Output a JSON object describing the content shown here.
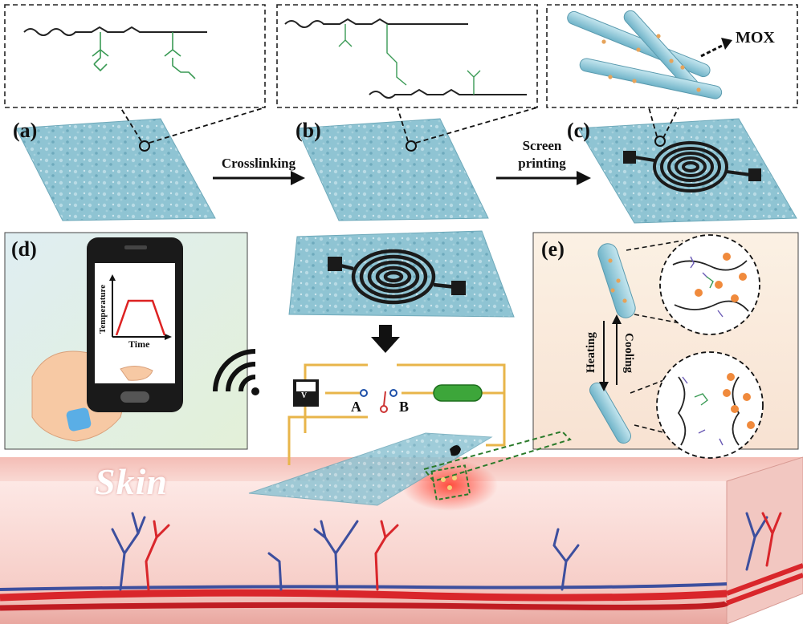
{
  "labels": {
    "a": "(a)",
    "b": "(b)",
    "c": "(c)",
    "d": "(d)",
    "e": "(e)"
  },
  "arrows": {
    "crosslinking": "Crosslinking",
    "screen_printing_line1": "Screen",
    "screen_printing_line2": "printing",
    "mox": "MOX"
  },
  "phone_graph": {
    "ylabel": "Temperature",
    "xlabel": "Time"
  },
  "circuit": {
    "point_a": "A",
    "point_b": "B",
    "meter": "V"
  },
  "panel_e": {
    "heating": "Heating",
    "cooling": "Cooling"
  },
  "skin": "Skin",
  "colors": {
    "hydrogel": "#8ec3d3",
    "fiber": "#9fd0df",
    "skin_top": "#f6c8c2",
    "artery": "#d9262b",
    "vein": "#3d4f9e",
    "drug_dot": "#f08a3c",
    "wire": "#e8b54a",
    "resistor": "#3da63a"
  }
}
